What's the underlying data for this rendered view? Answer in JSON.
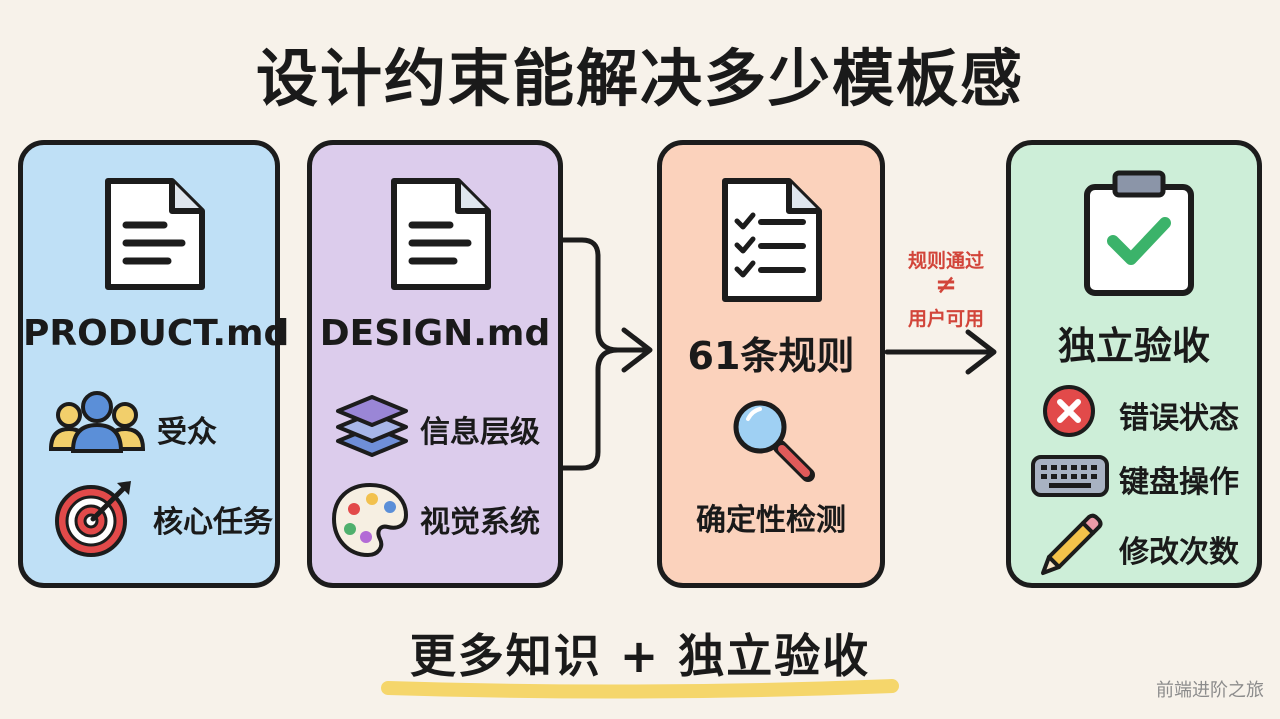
{
  "title": "设计约束能解决多少模板感",
  "cards": [
    {
      "name": "PRODUCT.md",
      "items": [
        {
          "icon": "audience-icon",
          "label": "受众"
        },
        {
          "icon": "target-icon",
          "label": "核心任务"
        }
      ]
    },
    {
      "name": "DESIGN.md",
      "items": [
        {
          "icon": "layers-icon",
          "label": "信息层级"
        },
        {
          "icon": "palette-icon",
          "label": "视觉系统"
        }
      ]
    },
    {
      "name": "61条规则",
      "items": [
        {
          "icon": "magnifier-icon",
          "label": "确定性检测"
        }
      ]
    },
    {
      "name": "独立验收",
      "items": [
        {
          "icon": "error-icon",
          "label": "错误状态"
        },
        {
          "icon": "keyboard-icon",
          "label": "键盘操作"
        },
        {
          "icon": "pencil-icon",
          "label": "修改次数"
        }
      ]
    }
  ],
  "relation": {
    "left": "规则通过",
    "symbol": "≠",
    "right": "用户可用"
  },
  "bottom_text": "更多知识 + 独立验收",
  "watermark": "前端进阶之旅",
  "colors": {
    "background": "#f7f2ea",
    "product": "#bfe0f6",
    "design": "#dcccec",
    "rules": "#fbd2bc",
    "verify": "#cdeed8",
    "highlight": "#f5d66b",
    "relation": "#d2453a"
  }
}
